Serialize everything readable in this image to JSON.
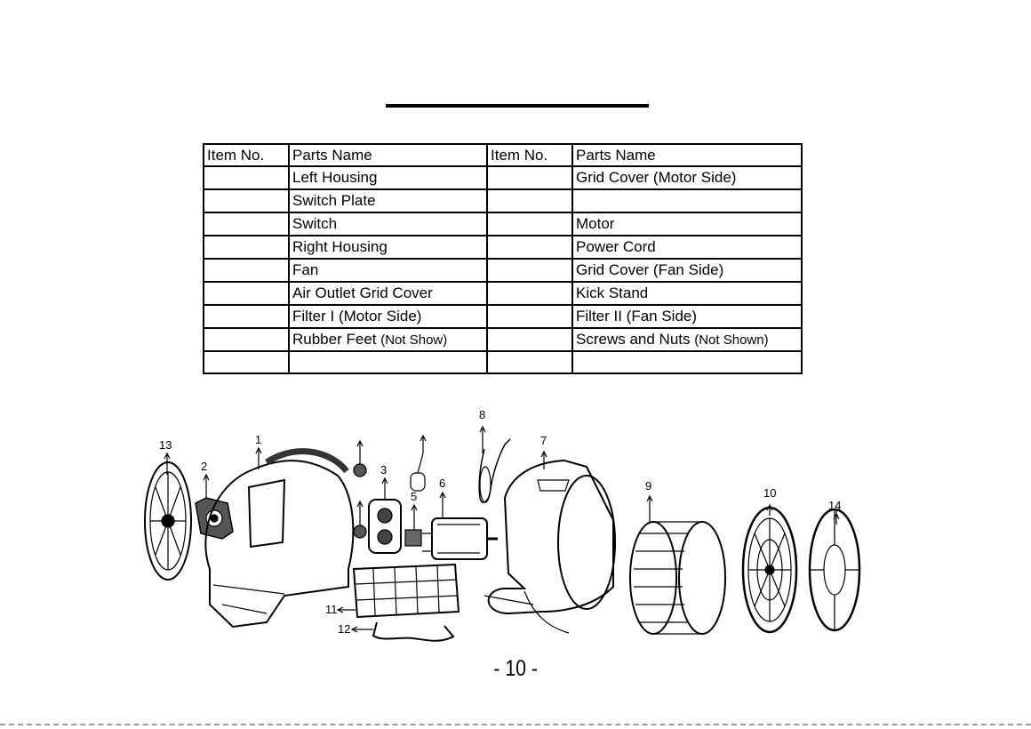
{
  "table": {
    "headers": {
      "item_no_1": "Item No.",
      "parts_name_1": "Parts Name",
      "item_no_2": "Item No.",
      "parts_name_2": "Parts Name"
    },
    "rows": [
      {
        "left_item": "",
        "left_name": "Left Housing",
        "left_note": "",
        "right_item": "",
        "right_name": "Grid Cover (Motor Side)",
        "right_note": ""
      },
      {
        "left_item": "",
        "left_name": "Switch Plate",
        "left_note": "",
        "right_item": "",
        "right_name": "",
        "right_note": ""
      },
      {
        "left_item": "",
        "left_name": "Switch",
        "left_note": "",
        "right_item": "",
        "right_name": "Motor",
        "right_note": ""
      },
      {
        "left_item": "",
        "left_name": "Right Housing",
        "left_note": "",
        "right_item": "",
        "right_name": "Power Cord",
        "right_note": ""
      },
      {
        "left_item": "",
        "left_name": "Fan",
        "left_note": "",
        "right_item": "",
        "right_name": "Grid Cover (Fan Side)",
        "right_note": ""
      },
      {
        "left_item": "",
        "left_name": "Air Outlet Grid Cover",
        "left_note": "",
        "right_item": "",
        "right_name": "Kick Stand",
        "right_note": ""
      },
      {
        "left_item": "",
        "left_name": "Filter I (Motor Side)",
        "left_note": "",
        "right_item": "",
        "right_name": "Filter II (Fan Side)",
        "right_note": ""
      },
      {
        "left_item": "",
        "left_name": "Rubber Feet ",
        "left_note": "(Not Show)",
        "right_item": "",
        "right_name": "Screws and Nuts ",
        "right_note": "(Not Shown)"
      },
      {
        "left_item": "",
        "left_name": "",
        "left_note": "",
        "right_item": "",
        "right_name": "",
        "right_note": ""
      }
    ]
  },
  "diagram": {
    "callouts": {
      "c1": "1",
      "c2": "2",
      "c3": "3",
      "c5": "5",
      "c6": "6",
      "c7": "7",
      "c8": "8",
      "c9": "9",
      "c10": "10",
      "c11": "11",
      "c12": "12",
      "c13": "13",
      "c14": "14"
    }
  },
  "footer": {
    "page_number": "- 10 -"
  }
}
